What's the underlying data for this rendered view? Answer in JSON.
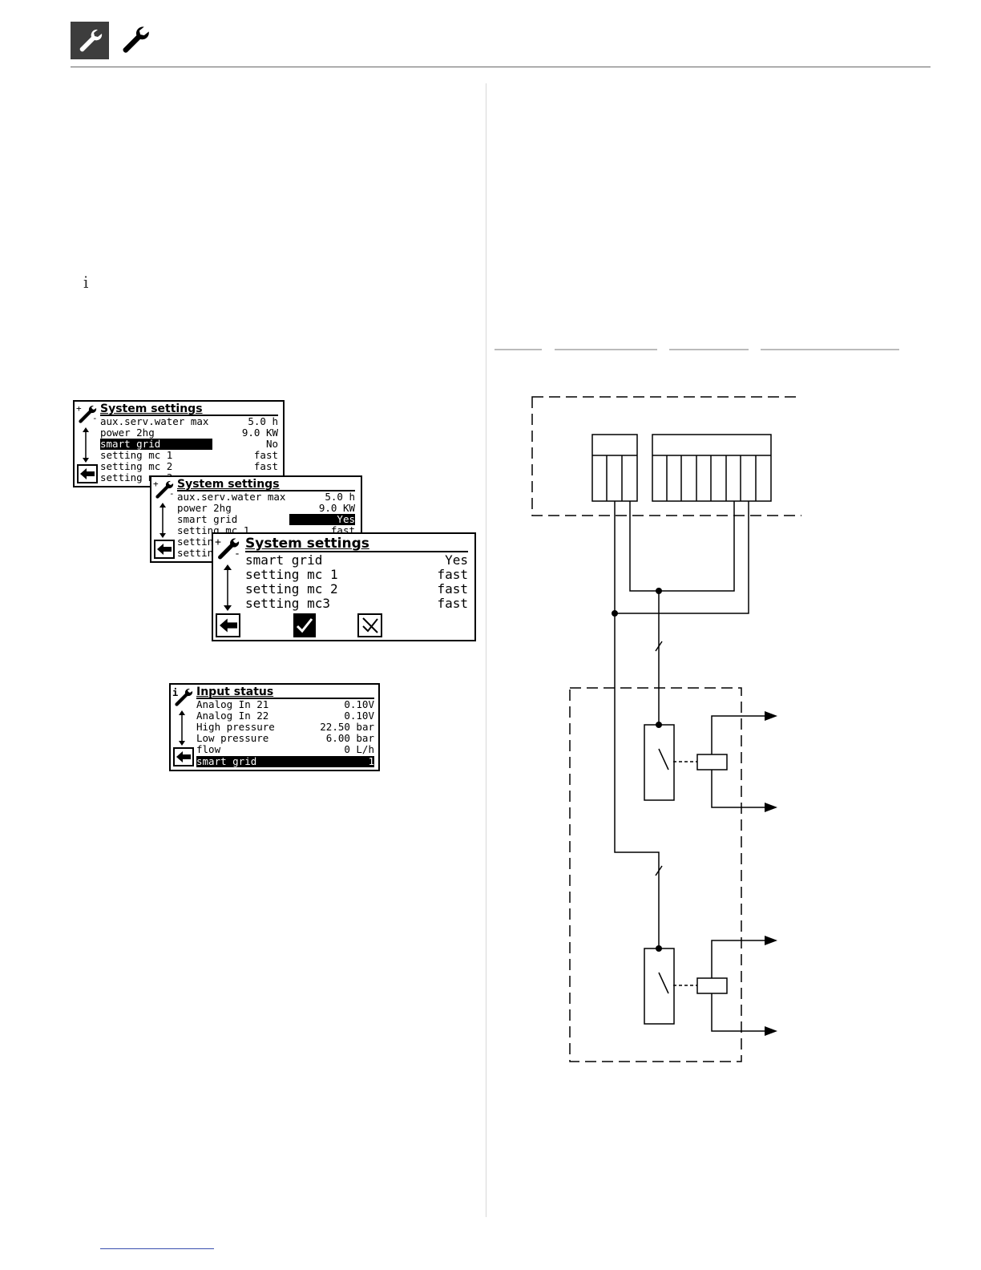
{
  "header": {
    "icon_box": "wrench-icon",
    "icon_plain": "wrench-icon"
  },
  "info_icon": "i",
  "screens": {
    "system_settings_1": {
      "title": "System settings",
      "rows": [
        {
          "label": "aux.serv.water max",
          "value": "5.0 h"
        },
        {
          "label": "power 2hg",
          "value": "9.0 KW"
        },
        {
          "label": "smart grid",
          "value": "No"
        },
        {
          "label": "setting mc 1",
          "value": "fast"
        },
        {
          "label": "setting mc 2",
          "value": "fast"
        },
        {
          "label": "setting mc 3",
          "value": ""
        }
      ]
    },
    "system_settings_2": {
      "title": "System settings",
      "rows": [
        {
          "label": "aux.serv.water max",
          "value": "5.0 h"
        },
        {
          "label": "power 2hg",
          "value": "9.0 KW"
        },
        {
          "label": "smart grid",
          "value": "Yes"
        },
        {
          "label": "setting mc 1",
          "value": "fast"
        },
        {
          "label": "setting",
          "value": ""
        },
        {
          "label": "setting",
          "value": ""
        }
      ]
    },
    "system_settings_3": {
      "title": "System settings",
      "rows": [
        {
          "label": "smart grid",
          "value": "Yes"
        },
        {
          "label": "setting mc 1",
          "value": "fast"
        },
        {
          "label": "setting mc 2",
          "value": "fast"
        },
        {
          "label": "setting mc3",
          "value": "fast"
        }
      ]
    },
    "input_status": {
      "title": "Input status",
      "rows": [
        {
          "label": "Analog In 21",
          "value": "0.10V"
        },
        {
          "label": "Analog In 22",
          "value": "0.10V"
        },
        {
          "label": "High pressure",
          "value": "22.50 bar"
        },
        {
          "label": "Low pressure",
          "value": "6.00 bar"
        },
        {
          "label": "flow",
          "value": "0 L/h"
        },
        {
          "label": "smart grid",
          "value": "1"
        }
      ]
    }
  },
  "colors": {
    "header_box": "#3d3d3d",
    "rule": "#666666",
    "divider": "#d8d8d8",
    "link": "#3a4fb0"
  }
}
